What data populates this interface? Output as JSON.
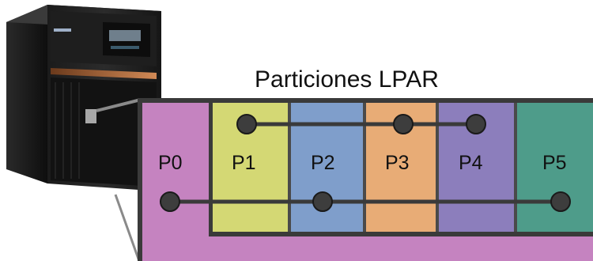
{
  "diagram": {
    "title": "Particiones LPAR",
    "partitions": [
      {
        "label": "P0",
        "color": "#c583c0"
      },
      {
        "label": "P1",
        "color": "#d4d874"
      },
      {
        "label": "P2",
        "color": "#7f9ecb"
      },
      {
        "label": "P3",
        "color": "#e8ac76"
      },
      {
        "label": "P4",
        "color": "#8c7ebc"
      },
      {
        "label": "P5",
        "color": "#4e9c8a"
      }
    ],
    "frame_color": "#3a3a3a"
  }
}
